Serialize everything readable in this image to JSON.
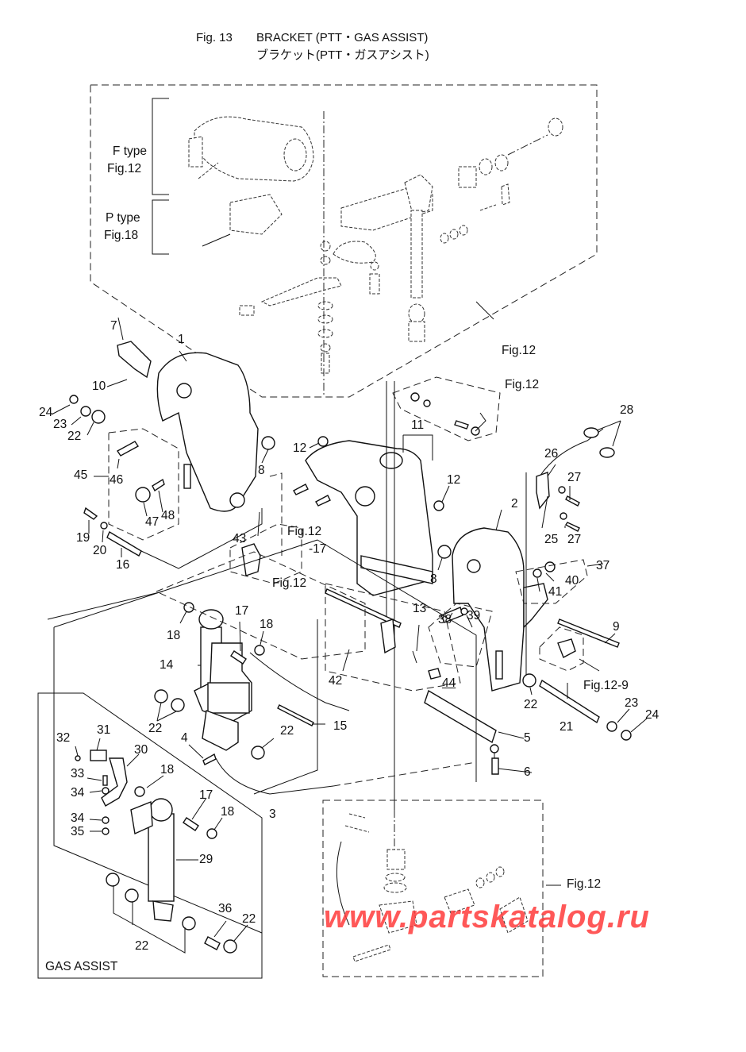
{
  "header": {
    "figure_number": "Fig. 13",
    "title_en": "BRACKET (PTT・GAS ASSIST)",
    "title_jp": "ブラケット(PTT・ガスアシスト)"
  },
  "brand_color": "#ff3b3b",
  "watermark": "www.partskatalog.ru",
  "side_refs": {
    "f_type": "F type",
    "f_type_fig": "Fig.12",
    "p_type": "P type",
    "p_type_fig": "Fig.18"
  },
  "section_labels": {
    "gas_assist": "GAS ASSIST"
  },
  "fig_refs": [
    {
      "id": "steering-upper",
      "text": "Fig.12"
    },
    {
      "id": "cable-upper",
      "text": "Fig.12"
    },
    {
      "id": "wire-17",
      "text": "Fig.12"
    },
    {
      "id": "wire-17b",
      "text": "-17"
    },
    {
      "id": "center",
      "text": "Fig.12"
    },
    {
      "id": "nut-9",
      "text": "Fig.12-9"
    },
    {
      "id": "lower-steering",
      "text": "Fig.12"
    }
  ],
  "callouts": [
    {
      "num": "1"
    },
    {
      "num": "2"
    },
    {
      "num": "3"
    },
    {
      "num": "4"
    },
    {
      "num": "5"
    },
    {
      "num": "6"
    },
    {
      "num": "7"
    },
    {
      "num": "8"
    },
    {
      "num": "8"
    },
    {
      "num": "9"
    },
    {
      "num": "10"
    },
    {
      "num": "11"
    },
    {
      "num": "12"
    },
    {
      "num": "12"
    },
    {
      "num": "13"
    },
    {
      "num": "14"
    },
    {
      "num": "15"
    },
    {
      "num": "16"
    },
    {
      "num": "17"
    },
    {
      "num": "17"
    },
    {
      "num": "18"
    },
    {
      "num": "18"
    },
    {
      "num": "18"
    },
    {
      "num": "18"
    },
    {
      "num": "19"
    },
    {
      "num": "20"
    },
    {
      "num": "21"
    },
    {
      "num": "22"
    },
    {
      "num": "22"
    },
    {
      "num": "22"
    },
    {
      "num": "22"
    },
    {
      "num": "22"
    },
    {
      "num": "22"
    },
    {
      "num": "23"
    },
    {
      "num": "23"
    },
    {
      "num": "24"
    },
    {
      "num": "24"
    },
    {
      "num": "25"
    },
    {
      "num": "26"
    },
    {
      "num": "27"
    },
    {
      "num": "27"
    },
    {
      "num": "28"
    },
    {
      "num": "29"
    },
    {
      "num": "30"
    },
    {
      "num": "31"
    },
    {
      "num": "32"
    },
    {
      "num": "33"
    },
    {
      "num": "34"
    },
    {
      "num": "34"
    },
    {
      "num": "35"
    },
    {
      "num": "36"
    },
    {
      "num": "37"
    },
    {
      "num": "38"
    },
    {
      "num": "39"
    },
    {
      "num": "40"
    },
    {
      "num": "41"
    },
    {
      "num": "42"
    },
    {
      "num": "43"
    },
    {
      "num": "44"
    },
    {
      "num": "45"
    },
    {
      "num": "46"
    },
    {
      "num": "47"
    },
    {
      "num": "48"
    }
  ]
}
